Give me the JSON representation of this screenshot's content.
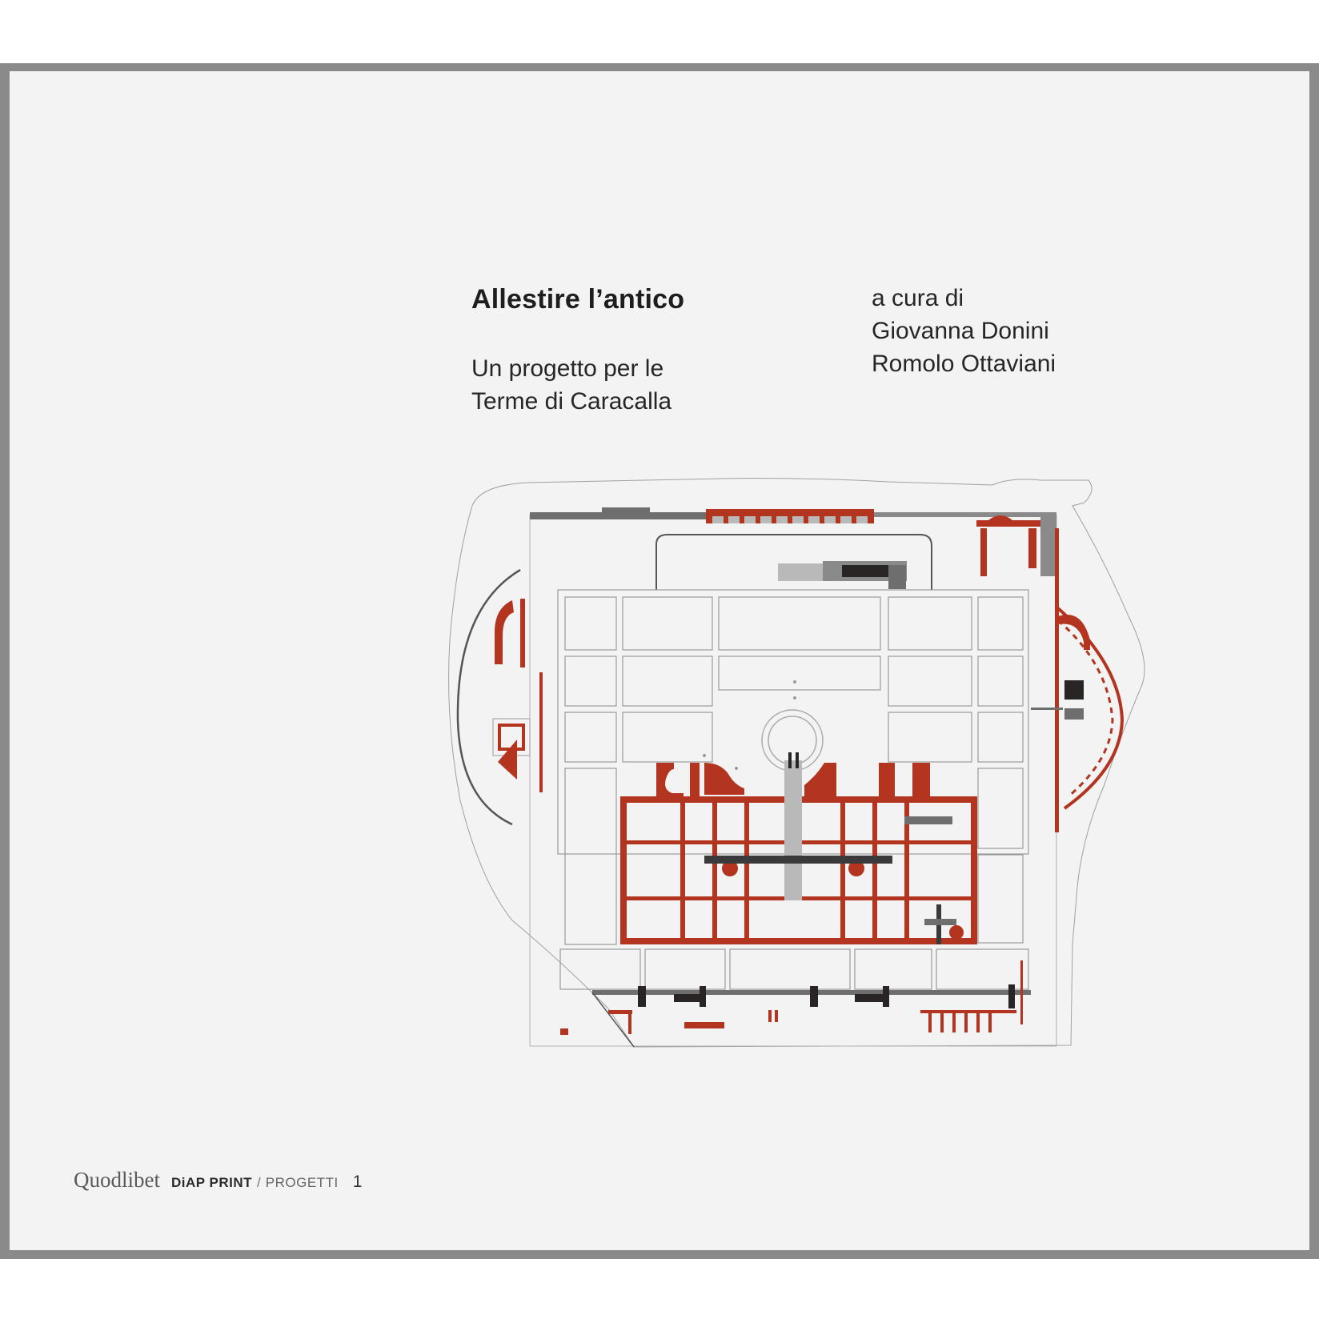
{
  "cover": {
    "title": "Allestire l’antico",
    "subtitle_lines": [
      "Un progetto per le",
      "Terme di Caracalla"
    ],
    "editors_label": "a cura di",
    "editors": [
      "Giovanna Donini",
      "Romolo Ottaviani"
    ]
  },
  "footer": {
    "publisher": "Quodlibet",
    "series": "DiAP PRINT",
    "separator": "/",
    "subseries": "PROGETTI",
    "number": "1"
  },
  "illustration": {
    "subject": "architectural-site-plan",
    "colors": {
      "ruins": "#b3341f",
      "new_structures_dark": "#2a2525",
      "new_structures_mid": "#6e6e6e",
      "new_structures_light": "#b9b9b9",
      "outline": "#9a9a9a",
      "frame": "#8a8a8a",
      "page": "#f3f3f4"
    }
  }
}
